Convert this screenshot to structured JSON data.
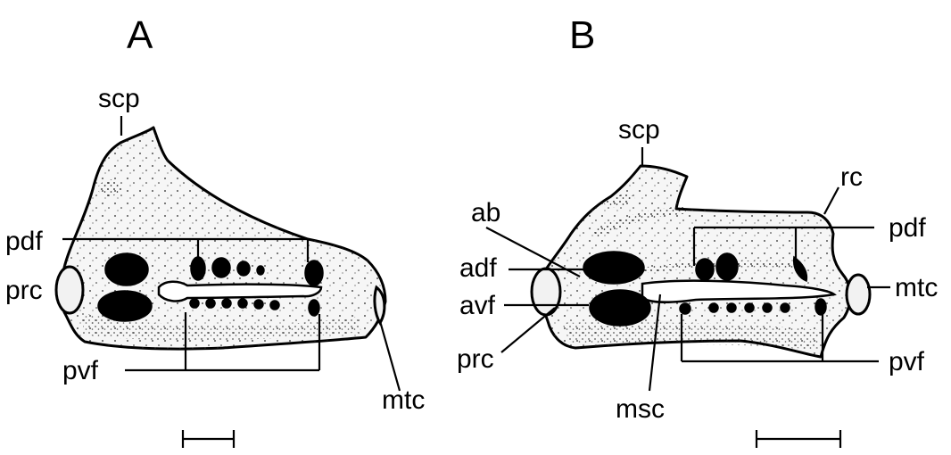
{
  "panels": {
    "a": {
      "letter": "A",
      "labels": {
        "scp": "scp",
        "pdf": "pdf",
        "prc": "prc",
        "pvf": "pvf",
        "mtc": "mtc"
      }
    },
    "b": {
      "letter": "B",
      "labels": {
        "scp": "scp",
        "rc": "rc",
        "ab": "ab",
        "pdf": "pdf",
        "adf": "adf",
        "mtc": "mtc",
        "avf": "avf",
        "prc": "prc",
        "pvf": "pvf",
        "msc": "msc"
      }
    }
  },
  "colors": {
    "ink": "#000000",
    "bone_fill": "#f6f6f6",
    "background": "#ffffff"
  }
}
